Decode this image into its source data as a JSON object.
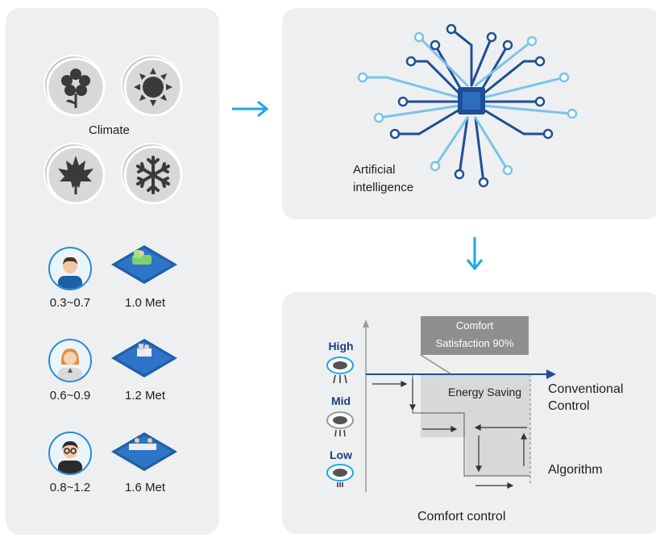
{
  "left_panel": {
    "climate_label": "Climate",
    "climate_icons": [
      "flower-icon",
      "sun-icon",
      "leaf-icon",
      "snowflake-icon"
    ],
    "rows": [
      {
        "person": "man",
        "range": "0.3~0.7",
        "met": "1.0 Met"
      },
      {
        "person": "woman",
        "range": "0.6~0.9",
        "met": "1.2 Met"
      },
      {
        "person": "glasses-man",
        "range": "0.8~1.2",
        "met": "1.6 Met"
      }
    ]
  },
  "ai_panel": {
    "label_line1": "Artificial",
    "label_line2": "intelligence"
  },
  "control_panel": {
    "comfort_line1": "Comfort",
    "comfort_line2": "Satisfaction 90%",
    "energy_saving": "Energy Saving",
    "conventional_line1": "Conventional",
    "conventional_line2": "Control",
    "algorithm": "Algorithm",
    "title": "Comfort control",
    "levels": [
      "High",
      "Mid",
      "Low"
    ]
  },
  "colors": {
    "arrow": "#1aa7e8",
    "dark_blue": "#1f4e96",
    "navy_text": "#1c3f7c",
    "panel_bg": "#eeeff1",
    "comfort_box": "#8e8e8e"
  }
}
